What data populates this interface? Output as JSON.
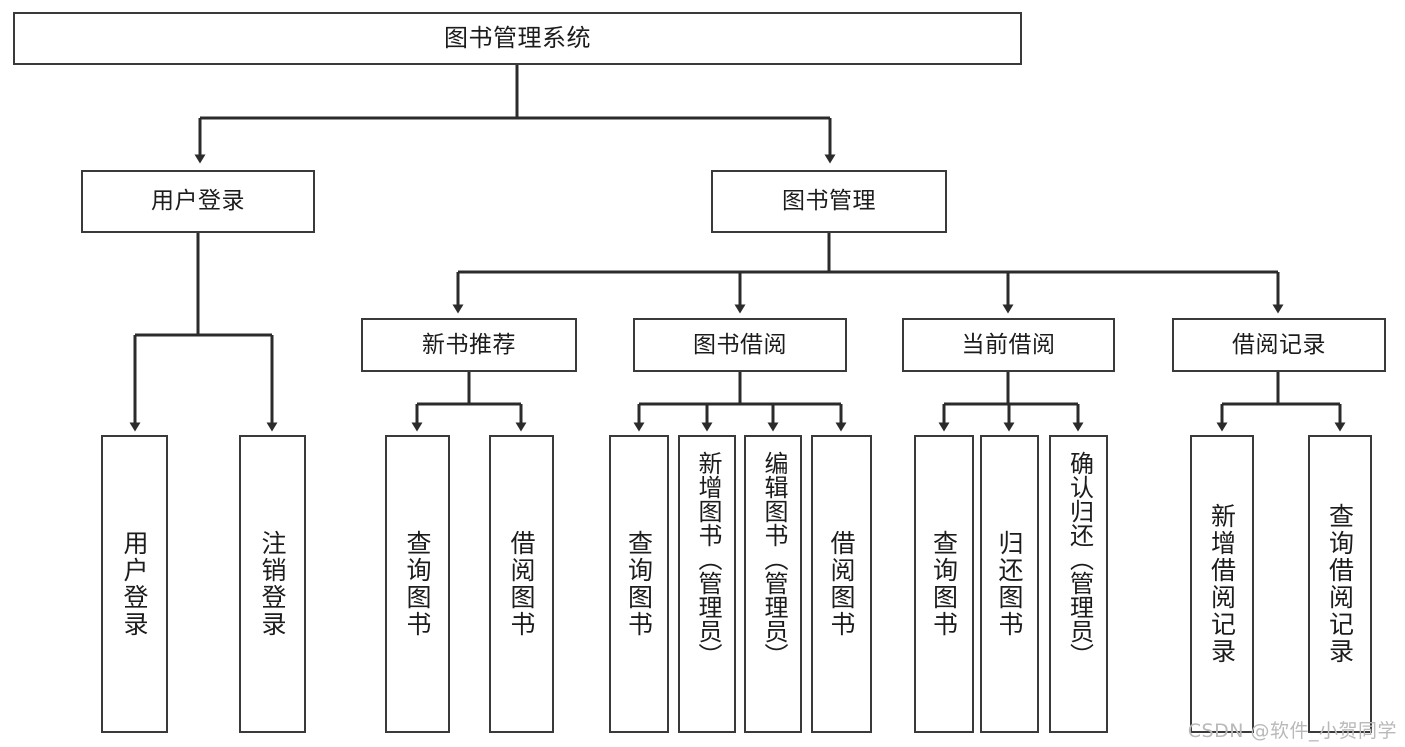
{
  "diagram": {
    "title": "图书管理系统",
    "type": "tree-hierarchy-chart",
    "watermark": "CSDN @软件_小贺同学",
    "colors": {
      "node_border": "#3a3a3a",
      "node_fill": "#ffffff",
      "edge": "#2b2b2b",
      "text": "#1c1c1c",
      "watermark": "#b9b9b9",
      "background": "#ffffff"
    },
    "nodes": {
      "root": {
        "label": "图书管理系统"
      },
      "level2": [
        {
          "id": "user-login",
          "label": "用户登录"
        },
        {
          "id": "book-manage",
          "label": "图书管理"
        }
      ],
      "level3": [
        {
          "id": "new-book-recommend",
          "label": "新书推荐"
        },
        {
          "id": "book-borrow",
          "label": "图书借阅"
        },
        {
          "id": "current-borrow",
          "label": "当前借阅"
        },
        {
          "id": "borrow-record",
          "label": "借阅记录"
        }
      ],
      "leaves": {
        "user_login": [
          {
            "id": "leaf-user-login",
            "label": "用户登录"
          },
          {
            "id": "leaf-logout-login",
            "label": "注销登录"
          }
        ],
        "new_book_recommend": [
          {
            "id": "leaf-query-book-1",
            "label": "查询图书"
          },
          {
            "id": "leaf-borrow-book-1",
            "label": "借阅图书"
          }
        ],
        "book_borrow": [
          {
            "id": "leaf-query-book-2",
            "label": "查询图书"
          },
          {
            "id": "leaf-add-book",
            "label": "新增图书（管理员）"
          },
          {
            "id": "leaf-edit-book",
            "label": "编辑图书（管理员）"
          },
          {
            "id": "leaf-borrow-book-2",
            "label": "借阅图书"
          }
        ],
        "current_borrow": [
          {
            "id": "leaf-query-book-3",
            "label": "查询图书"
          },
          {
            "id": "leaf-return-book",
            "label": "归还图书"
          },
          {
            "id": "leaf-confirm-return",
            "label": "确认归还（管理员）"
          }
        ],
        "borrow_record": [
          {
            "id": "leaf-add-record",
            "label": "新增借阅记录"
          },
          {
            "id": "leaf-query-record",
            "label": "查询借阅记录"
          }
        ]
      }
    }
  }
}
